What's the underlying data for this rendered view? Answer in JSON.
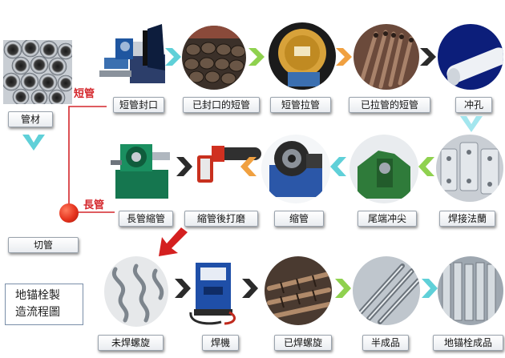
{
  "title": {
    "line1": "地锚栓製",
    "line2": "造流程圖"
  },
  "start": {
    "label": "管材",
    "cut_label": "切管"
  },
  "branches": {
    "short": "短管",
    "long": "長管"
  },
  "row1": [
    "短管封口",
    "已封口的短管",
    "短管拉管",
    "已拉管的短管",
    "冲孔"
  ],
  "row2": [
    "長管縮管",
    "縮管後打磨",
    "缩管",
    "尾端冲尖",
    "焊接法蘭"
  ],
  "row3": [
    "未焊螺旋",
    "焊機",
    "已焊螺旋",
    "半成品",
    "地锚栓成品"
  ],
  "colors": {
    "cyan_arrow": "#5fd0d8",
    "green_arrow": "#8fd14f",
    "orange_arrow": "#f0a040",
    "dark_arrow": "#2b2b2b",
    "red_arrow": "#d42020",
    "branch_line": "#d4262b",
    "red_dot": "#e5321d"
  }
}
